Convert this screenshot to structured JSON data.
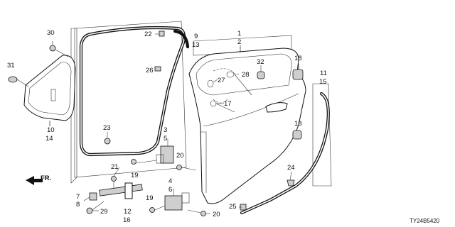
{
  "diagram_code": "TY24B5420",
  "front_indicator": "FR.",
  "callouts": {
    "c1": "1",
    "c2": "2",
    "c3": "3",
    "c4": "4",
    "c5": "5",
    "c6": "6",
    "c7": "7",
    "c8": "8",
    "c9": "9",
    "c10": "10",
    "c11": "11",
    "c12": "12",
    "c13": "13",
    "c14": "14",
    "c15": "15",
    "c16": "16",
    "c17": "17",
    "c18a": "18",
    "c18b": "18",
    "c19a": "19",
    "c19b": "19",
    "c20a": "20",
    "c20b": "20",
    "c21": "21",
    "c22": "22",
    "c23": "23",
    "c24": "24",
    "c25": "25",
    "c26": "26",
    "c27": "27",
    "c28": "28",
    "c29": "29",
    "c30": "30",
    "c31": "31",
    "c32": "32"
  }
}
